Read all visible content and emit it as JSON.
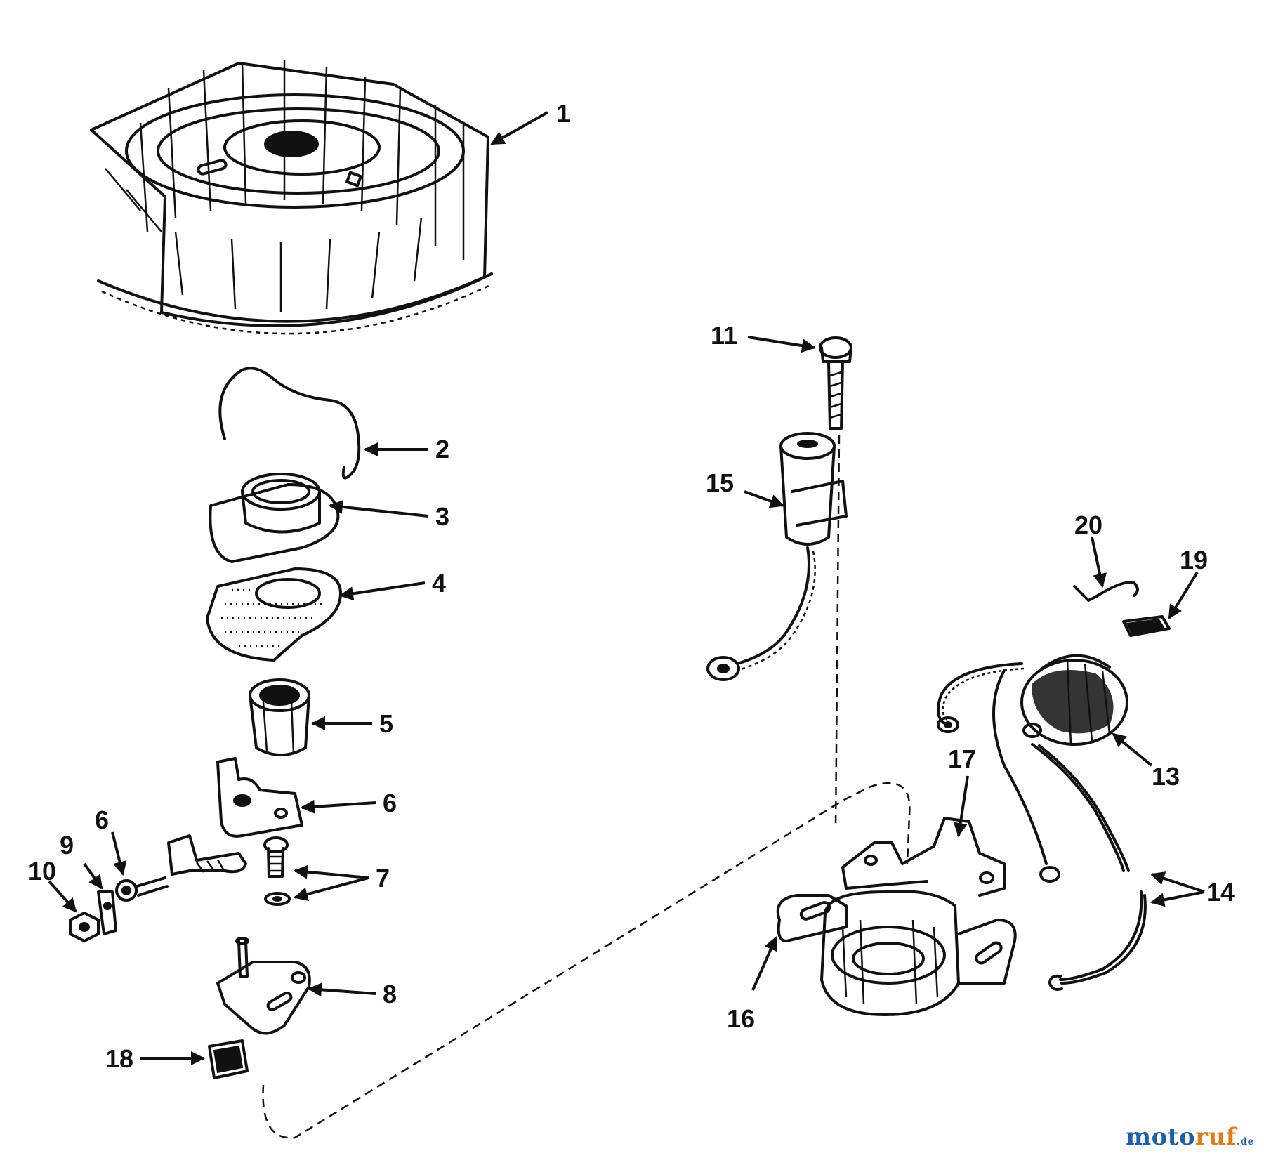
{
  "watermark": {
    "part1": "moto",
    "part2": "ruf",
    "part3": ".de"
  },
  "callouts": [
    {
      "id": "c1",
      "text": "1"
    },
    {
      "id": "c2",
      "text": "2"
    },
    {
      "id": "c3",
      "text": "3"
    },
    {
      "id": "c4",
      "text": "4"
    },
    {
      "id": "c5",
      "text": "5"
    },
    {
      "id": "c6a",
      "text": "6"
    },
    {
      "id": "c6b",
      "text": "6"
    },
    {
      "id": "c7",
      "text": "7"
    },
    {
      "id": "c8",
      "text": "8"
    },
    {
      "id": "c9",
      "text": "9"
    },
    {
      "id": "c10",
      "text": "10"
    },
    {
      "id": "c11",
      "text": "11"
    },
    {
      "id": "c13",
      "text": "13"
    },
    {
      "id": "c14",
      "text": "14"
    },
    {
      "id": "c15",
      "text": "15"
    },
    {
      "id": "c16",
      "text": "16"
    },
    {
      "id": "c17",
      "text": "17"
    },
    {
      "id": "c18",
      "text": "18"
    },
    {
      "id": "c19",
      "text": "19"
    },
    {
      "id": "c20",
      "text": "20"
    }
  ]
}
